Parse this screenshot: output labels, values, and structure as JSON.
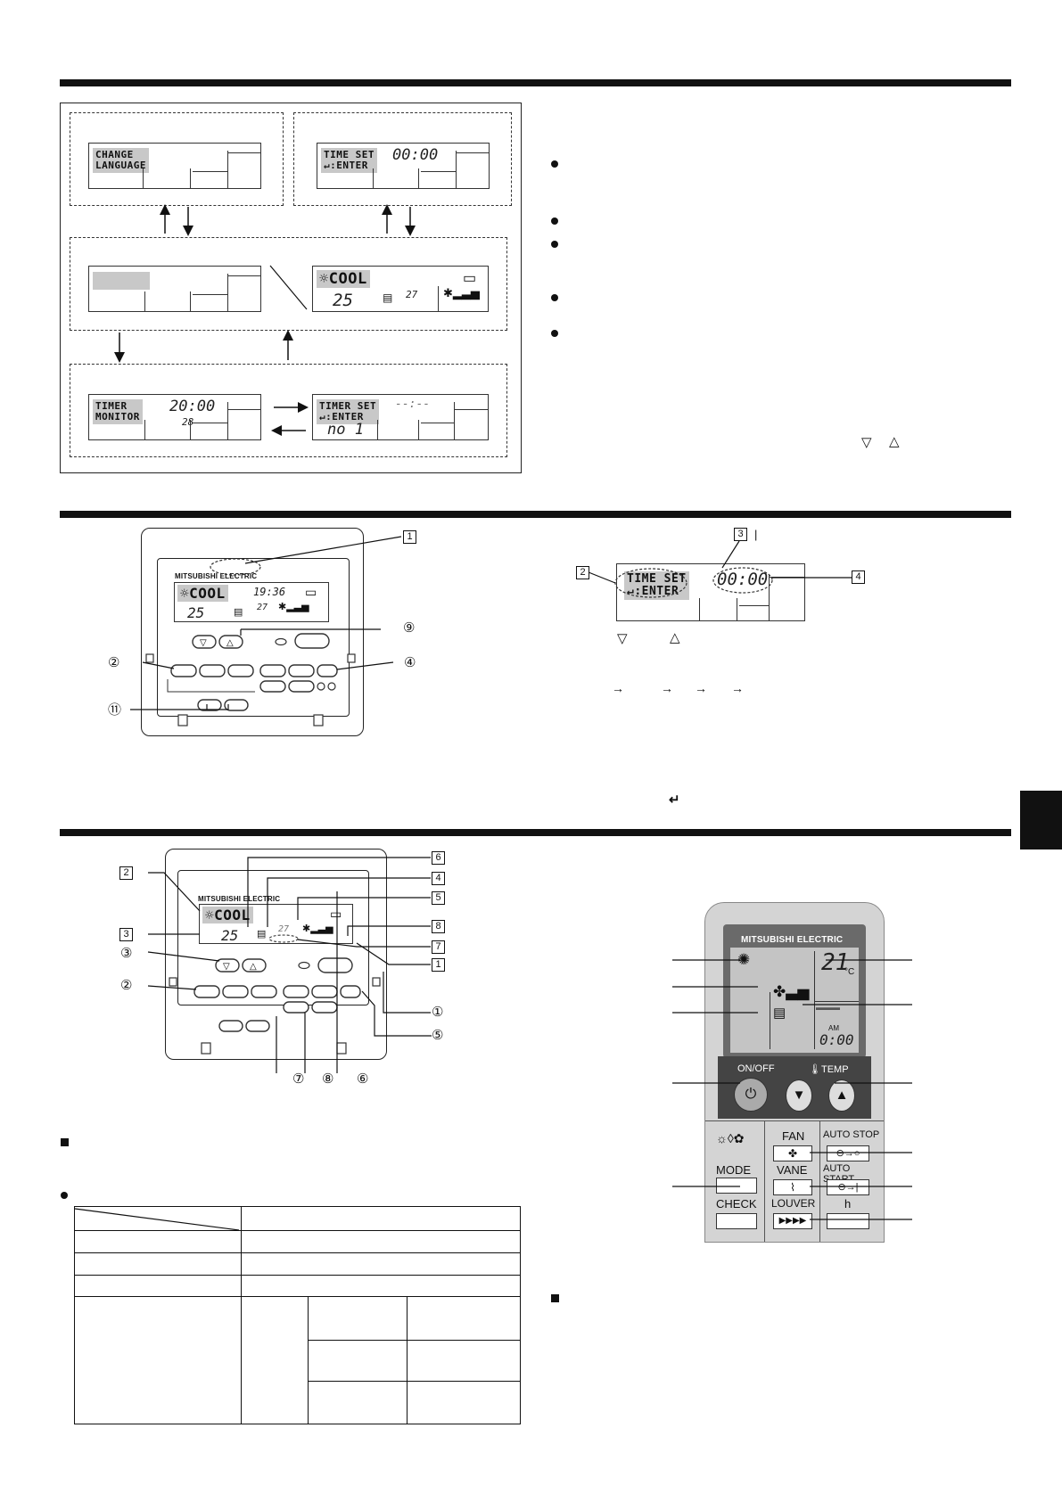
{
  "display_text": {
    "change_language_1": "CHANGE",
    "change_language_2": "LANGUAGE",
    "time_set_1": "TIME SET",
    "time_set_2": "↵:ENTER",
    "time_value": "00:00",
    "mode_cool": "COOL",
    "set_temp": "25",
    "room_temp": "27",
    "timer_monitor_1": "TIMER",
    "timer_monitor_2": "MONITOR",
    "timer_time": "20:00",
    "timer_sub": "28",
    "timer_set_1": "TIMER SET",
    "timer_set_2": "↵:ENTER",
    "timer_blank": "--:--",
    "timer_no": "no 1",
    "clock": "19:36"
  },
  "brand": "MITSUBISHI ELECTRIC",
  "section2": {
    "callouts": {
      "c1": "1",
      "b2": "②",
      "b4": "④",
      "b9": "⑨",
      "b11": "⑪"
    },
    "step_symbols": {
      "down": "▽",
      "up": "△",
      "enter": "↵"
    },
    "arrows": [
      "→",
      "→",
      "→",
      "→"
    ],
    "detail_callouts": {
      "c2": "2",
      "c3": "3",
      "c4": "4"
    }
  },
  "section1": {
    "tri_down": "▽",
    "tri_up": "△"
  },
  "section3": {
    "box_callouts": {
      "c2": "2",
      "c3": "3",
      "c6": "6",
      "c4": "4",
      "c5": "5",
      "c8": "8",
      "c7": "7",
      "c1": "1"
    },
    "circ_callouts": {
      "n3": "③",
      "n2": "②",
      "n1": "①",
      "n5": "⑤",
      "n7": "⑦",
      "n8": "⑧",
      "n6": "⑥"
    }
  },
  "remote": {
    "brand": "MITSUBISHI ELECTRIC",
    "temp": "21",
    "unit": "°C",
    "am": "AM",
    "time": "0:00",
    "on_off": "ON/OFF",
    "temp_label": "TEMP",
    "fan": "FAN",
    "auto_stop": "AUTO STOP",
    "mode": "MODE",
    "vane": "VANE",
    "auto_start": "AUTO START",
    "check": "CHECK",
    "louver": "LOUVER",
    "h": "h"
  }
}
